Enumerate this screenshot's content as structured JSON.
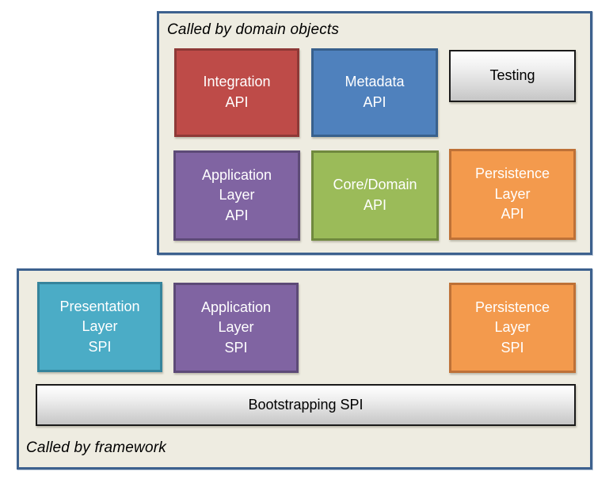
{
  "top_panel": {
    "title": "Called by domain objects",
    "nodes": {
      "integration_api": {
        "label": "Integration\nAPI",
        "fill": "#BE4B48",
        "border": "#8E3937",
        "text_color": "#FFFFFF"
      },
      "metadata_api": {
        "label": "Metadata\nAPI",
        "fill": "#4F81BD",
        "border": "#38608C",
        "text_color": "#FFFFFF"
      },
      "testing": {
        "label": "Testing",
        "fill_gradient_top": "#FFFFFF",
        "fill_gradient_bottom": "#C6C6C6",
        "border": "#1A1A1A",
        "text_color": "#000000"
      },
      "application_layer_api": {
        "label": "Application\nLayer\nAPI",
        "fill": "#8064A2",
        "border": "#5D4A77",
        "text_color": "#FFFFFF"
      },
      "core_domain_api": {
        "label": "Core/Domain\nAPI",
        "fill": "#9BBB59",
        "border": "#70893E",
        "text_color": "#FFFFFF"
      },
      "persistence_layer_api": {
        "label": "Persistence\nLayer\nAPI",
        "fill": "#F39A4D",
        "border": "#BE7137",
        "text_color": "#FFFFFF"
      }
    }
  },
  "bottom_panel": {
    "title": "Called by framework",
    "nodes": {
      "presentation_layer_spi": {
        "label": "Presentation\nLayer\nSPI",
        "fill": "#4BACC6",
        "border": "#35849C",
        "text_color": "#FFFFFF"
      },
      "application_layer_spi": {
        "label": "Application\nLayer\nSPI",
        "fill": "#8064A2",
        "border": "#5D4A77",
        "text_color": "#FFFFFF"
      },
      "persistence_layer_spi": {
        "label": "Persistence\nLayer\nSPI",
        "fill": "#F39A4D",
        "border": "#BE7137",
        "text_color": "#FFFFFF"
      },
      "bootstrapping_spi": {
        "label": "Bootstrapping SPI",
        "fill_gradient_top": "#FFFFFF",
        "fill_gradient_bottom": "#C6C6C6",
        "border": "#1A1A1A",
        "text_color": "#000000"
      }
    }
  },
  "panel_style": {
    "background": "#EEECE1",
    "border": "#3D618E",
    "caption_style": "italic"
  }
}
